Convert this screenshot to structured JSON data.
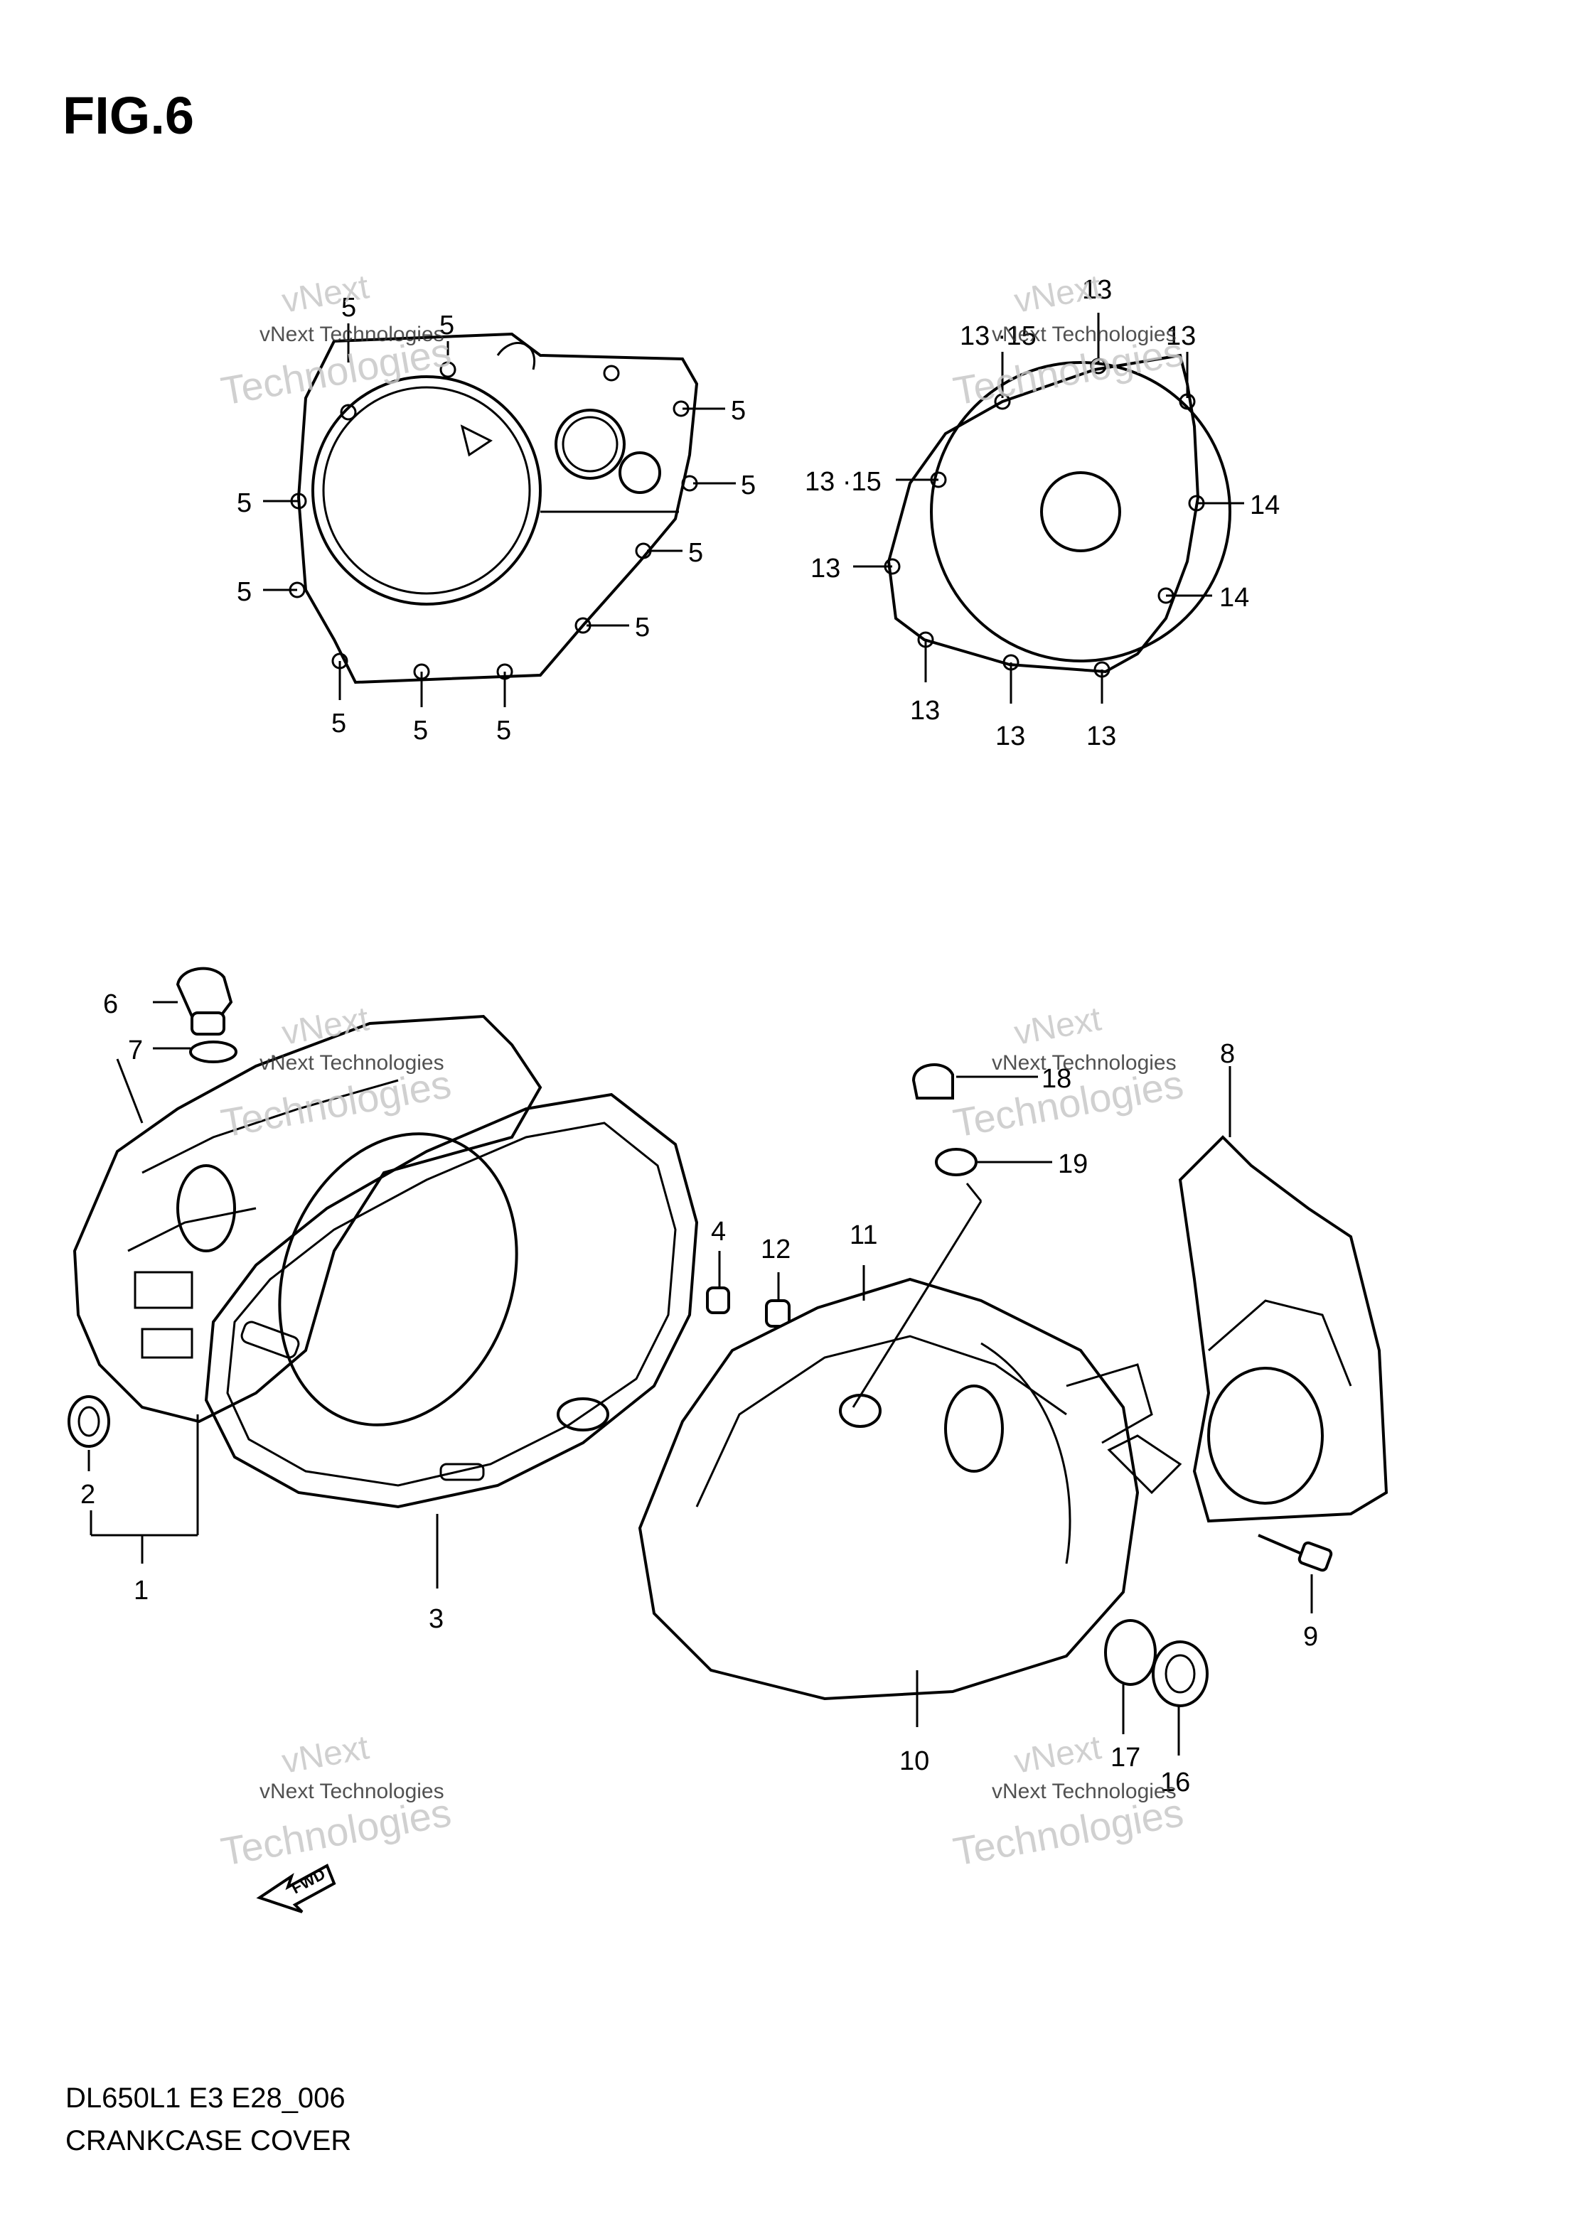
{
  "title": "FIG.6",
  "model_code": "DL650L1 E3 E28_006",
  "caption": "CRANKCASE COVER",
  "watermark": {
    "line1": "vNext Technologies",
    "line2": "vNext",
    "line3": "Technologies"
  },
  "fwd_label": "FWD",
  "callouts": {
    "c1": "1",
    "c2": "2",
    "c3": "3",
    "c4": "4",
    "c5": "5",
    "c6": "6",
    "c7": "7",
    "c8": "8",
    "c9": "9",
    "c10": "10",
    "c11": "11",
    "c12": "12",
    "c13": "13",
    "c14": "14",
    "c13_15": "13 ·15",
    "c16": "16",
    "c17": "17",
    "c18": "18",
    "c19": "19"
  }
}
